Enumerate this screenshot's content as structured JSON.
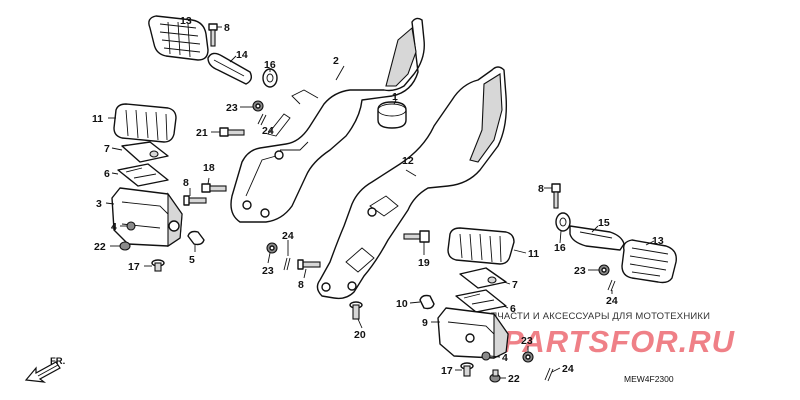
{
  "diagram": {
    "drawing_code": "MEW4F2300",
    "direction_label": "FR.",
    "callouts": [
      "1",
      "2",
      "3",
      "4",
      "5",
      "6",
      "7",
      "8",
      "9",
      "10",
      "11",
      "12",
      "13",
      "14",
      "15",
      "16",
      "17",
      "18",
      "19",
      "20",
      "21",
      "22",
      "23",
      "24"
    ]
  },
  "watermark": {
    "tagline": "ЗАПЧАСТИ И АКСЕССУАРЫ ДЛЯ МОТОТЕХНИКИ",
    "brand": "PARTSFOR.RU",
    "brand_color": "#e21824"
  }
}
